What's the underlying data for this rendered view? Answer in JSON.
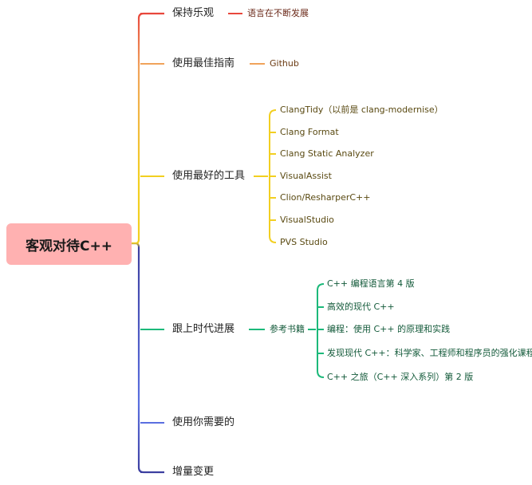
{
  "root": {
    "label": "客观对待C++"
  },
  "branches": [
    {
      "label": "保持乐观",
      "color": "#e8473c",
      "children": [
        "语言在不断发展"
      ]
    },
    {
      "label": "使用最佳指南",
      "color": "#f0a35a",
      "children": [
        "Github"
      ]
    },
    {
      "label": "使用最好的工具",
      "color": "#f2cf21",
      "children": [
        "ClangTidy（以前是 clang-modernise）",
        "Clang Format",
        "Clang Static Analyzer",
        "VisualAssist",
        "Clion/ResharperC++",
        "VisualStudio",
        "PVS Studio"
      ]
    },
    {
      "label": "跟上时代进展",
      "color": "#1cb97a",
      "sub_label": "参考书籍",
      "children": [
        "C++ 编程语言第 4 版",
        "高效的现代 C++",
        "编程：使用 C++ 的原理和实践",
        "发现现代 C++：科学家、工程师和程序员的强化课程",
        "C++ 之旅（C++ 深入系列）第 2 版"
      ]
    },
    {
      "label": "使用你需要的",
      "color": "#5a6fe0",
      "children": []
    },
    {
      "label": "增量变更",
      "color": "#3d3fa0",
      "children": []
    }
  ]
}
